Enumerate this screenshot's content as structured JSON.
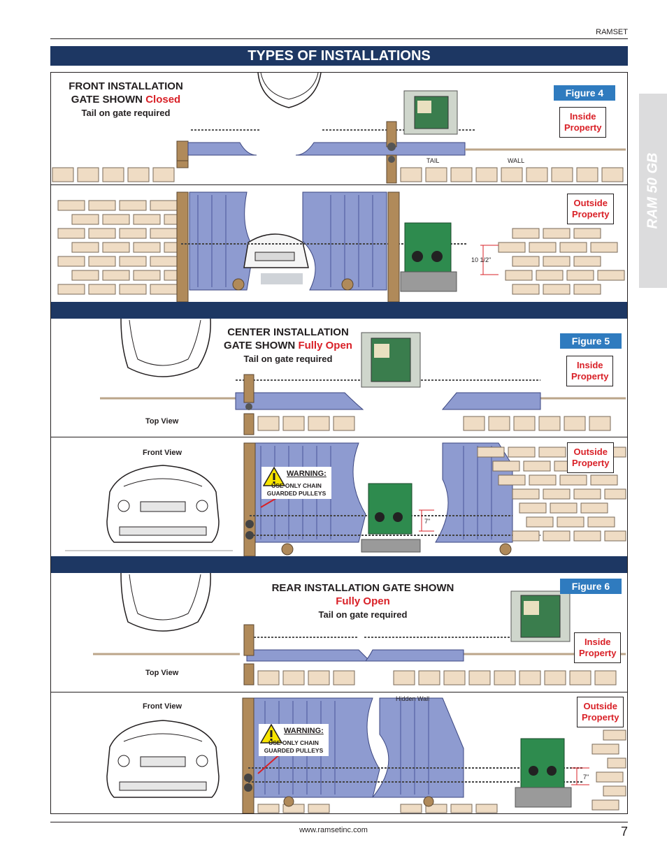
{
  "header": {
    "brand": "RAMSET",
    "title": "TYPES OF INSTALLATIONS"
  },
  "side_tab": "RAM 50 GB",
  "figure4": {
    "figure_label": "Figure 4",
    "caption_line1": "FRONT INSTALLATION",
    "caption_line2": "GATE SHOWN",
    "caption_state": "Closed",
    "caption_sub": "Tail on gate required",
    "inside_line1": "Inside",
    "inside_line2": "Property",
    "outside_line1": "Outside",
    "outside_line2": "Property",
    "label_tail": "TAIL",
    "label_wall": "WALL",
    "measure": "10 1/2\""
  },
  "figure5": {
    "figure_label": "Figure 5",
    "caption_line1": "CENTER INSTALLATION",
    "caption_line2": "GATE SHOWN",
    "caption_state": "Fully Open",
    "caption_sub": "Tail on gate required",
    "inside_line1": "Inside",
    "inside_line2": "Property",
    "outside_line1": "Outside",
    "outside_line2": "Property",
    "top_view": "Top View",
    "front_view": "Front View",
    "warning_title": "WARNING:",
    "warning_line1": "USE ONLY CHAIN",
    "warning_line2": "GUARDED PULLEYS",
    "measure": "7\""
  },
  "figure6": {
    "figure_label": "Figure 6",
    "caption_line1": "REAR INSTALLATION GATE SHOWN",
    "caption_state": "Fully Open",
    "caption_sub": "Tail on gate required",
    "inside_line1": "Inside",
    "inside_line2": "Property",
    "outside_line1": "Outside",
    "outside_line2": "Property",
    "top_view": "Top View",
    "front_view": "Front View",
    "hidden_wall": "Hidden Wall",
    "warning_title": "WARNING:",
    "warning_line1": "USE ONLY CHAIN",
    "warning_line2": "GUARDED PULLEYS",
    "measure": "7\""
  },
  "footer": {
    "url": "www.ramsetinc.com",
    "page_number": "7"
  },
  "colors": {
    "navy": "#1d3763",
    "blue": "#2f7bbf",
    "red": "#d92027",
    "brick": "#efdcc4",
    "gate": "#8e9bd0",
    "opener": "#2e8b4e"
  }
}
